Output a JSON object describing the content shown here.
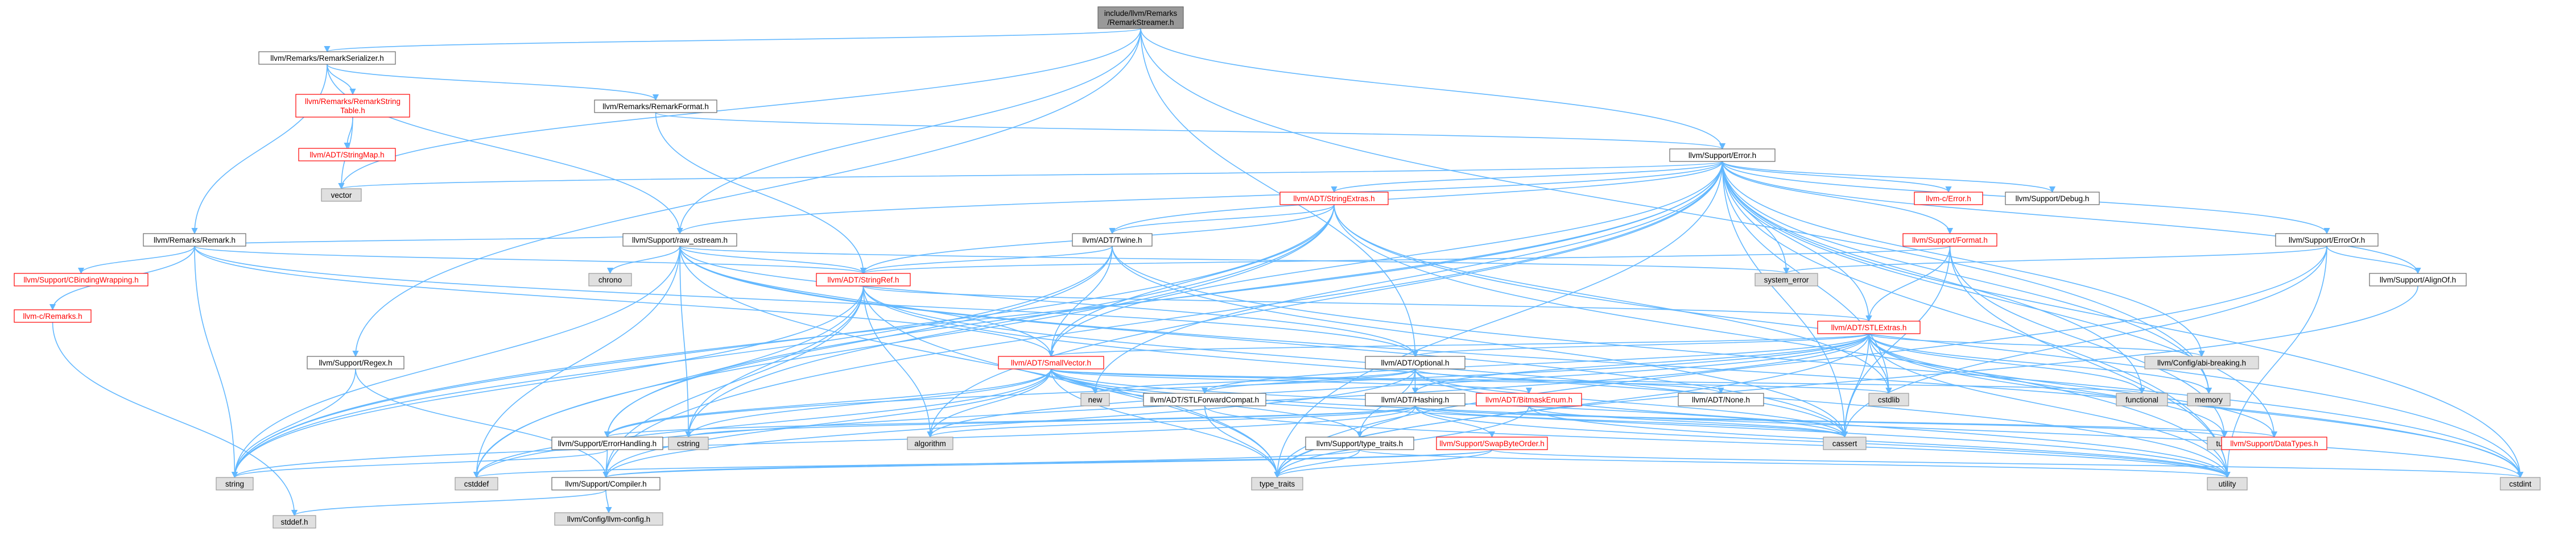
{
  "colors": {
    "edge": "#63b8ff",
    "root_fill": "#999999",
    "node_border": "#666666",
    "incomplete_border": "#ff0000",
    "system_fill": "#e0e0e0"
  },
  "nodes": [
    {
      "id": "root",
      "kind": "root",
      "lines": [
        "include/llvm/Remarks",
        "/RemarkStreamer.h"
      ]
    },
    {
      "id": "remarkserializer",
      "kind": "norm",
      "lines": [
        "llvm/Remarks/RemarkSerializer.h"
      ]
    },
    {
      "id": "remarkstringtable",
      "kind": "red",
      "lines": [
        "llvm/Remarks/RemarkString",
        "Table.h"
      ]
    },
    {
      "id": "remarkformat",
      "kind": "norm",
      "lines": [
        "llvm/Remarks/RemarkFormat.h"
      ]
    },
    {
      "id": "stringmap",
      "kind": "red",
      "lines": [
        "llvm/ADT/StringMap.h"
      ]
    },
    {
      "id": "error",
      "kind": "norm",
      "lines": [
        "llvm/Support/Error.h"
      ]
    },
    {
      "id": "vector",
      "kind": "sys",
      "lines": [
        "vector"
      ]
    },
    {
      "id": "remark",
      "kind": "norm",
      "lines": [
        "llvm/Remarks/Remark.h"
      ]
    },
    {
      "id": "cbinding",
      "kind": "red",
      "lines": [
        "llvm/Support/CBindingWrapping.h"
      ]
    },
    {
      "id": "llvmc_remarks",
      "kind": "red",
      "lines": [
        "llvm-c/Remarks.h"
      ]
    },
    {
      "id": "rawostream",
      "kind": "norm",
      "lines": [
        "llvm/Support/raw_ostream.h"
      ]
    },
    {
      "id": "stringextras",
      "kind": "red",
      "lines": [
        "llvm/ADT/StringExtras.h"
      ]
    },
    {
      "id": "llvmc_error",
      "kind": "red",
      "lines": [
        "llvm-c/Error.h"
      ]
    },
    {
      "id": "debug",
      "kind": "norm",
      "lines": [
        "llvm/Support/Debug.h"
      ]
    },
    {
      "id": "erroror",
      "kind": "norm",
      "lines": [
        "llvm/Support/ErrorOr.h"
      ]
    },
    {
      "id": "twine",
      "kind": "norm",
      "lines": [
        "llvm/ADT/Twine.h"
      ]
    },
    {
      "id": "format",
      "kind": "red",
      "lines": [
        "llvm/Support/Format.h"
      ]
    },
    {
      "id": "chrono",
      "kind": "sys",
      "lines": [
        "chrono"
      ]
    },
    {
      "id": "stringref",
      "kind": "red",
      "lines": [
        "llvm/ADT/StringRef.h"
      ]
    },
    {
      "id": "system_error",
      "kind": "sys",
      "lines": [
        "system_error"
      ]
    },
    {
      "id": "stlextras",
      "kind": "red",
      "lines": [
        "llvm/ADT/STLExtras.h"
      ]
    },
    {
      "id": "alignof",
      "kind": "norm",
      "lines": [
        "llvm/Support/AlignOf.h"
      ]
    },
    {
      "id": "regex",
      "kind": "norm",
      "lines": [
        "llvm/Support/Regex.h"
      ]
    },
    {
      "id": "smallvector",
      "kind": "red",
      "lines": [
        "llvm/ADT/SmallVector.h"
      ]
    },
    {
      "id": "optional",
      "kind": "norm",
      "lines": [
        "llvm/ADT/Optional.h"
      ]
    },
    {
      "id": "attrbreaking",
      "kind": "sys",
      "lines": [
        "llvm/Config/abi-breaking.h"
      ]
    },
    {
      "id": "cstdlib",
      "kind": "sys",
      "lines": [
        "cstdlib"
      ]
    },
    {
      "id": "functional",
      "kind": "sys",
      "lines": [
        "functional"
      ]
    },
    {
      "id": "memory",
      "kind": "sys",
      "lines": [
        "memory"
      ]
    },
    {
      "id": "new",
      "kind": "sys",
      "lines": [
        "new"
      ]
    },
    {
      "id": "stlforwardcompat",
      "kind": "norm",
      "lines": [
        "llvm/ADT/STLForwardCompat.h"
      ]
    },
    {
      "id": "hashing",
      "kind": "norm",
      "lines": [
        "llvm/ADT/Hashing.h"
      ]
    },
    {
      "id": "bitmaskenum",
      "kind": "red",
      "lines": [
        "llvm/ADT/BitmaskEnum.h"
      ]
    },
    {
      "id": "none",
      "kind": "norm",
      "lines": [
        "llvm/ADT/None.h"
      ]
    },
    {
      "id": "errorhandling",
      "kind": "norm",
      "lines": [
        "llvm/Support/ErrorHandling.h"
      ]
    },
    {
      "id": "cstring",
      "kind": "sys",
      "lines": [
        "cstring"
      ]
    },
    {
      "id": "algorithm",
      "kind": "sys",
      "lines": [
        "algorithm"
      ]
    },
    {
      "id": "typetraits_llvm",
      "kind": "norm",
      "lines": [
        "llvm/Support/type_traits.h"
      ]
    },
    {
      "id": "swapbyteorder",
      "kind": "red",
      "lines": [
        "llvm/Support/SwapByteOrder.h"
      ]
    },
    {
      "id": "cassert",
      "kind": "sys",
      "lines": [
        "cassert"
      ]
    },
    {
      "id": "tuple",
      "kind": "sys",
      "lines": [
        "tuple"
      ]
    },
    {
      "id": "datatypes",
      "kind": "red",
      "lines": [
        "llvm/Support/DataTypes.h"
      ]
    },
    {
      "id": "string",
      "kind": "sys",
      "lines": [
        "string"
      ]
    },
    {
      "id": "cstddef",
      "kind": "sys",
      "lines": [
        "cstddef"
      ]
    },
    {
      "id": "compiler",
      "kind": "norm",
      "lines": [
        "llvm/Support/Compiler.h"
      ]
    },
    {
      "id": "type_traits",
      "kind": "sys",
      "lines": [
        "type_traits"
      ]
    },
    {
      "id": "utility",
      "kind": "sys",
      "lines": [
        "utility"
      ]
    },
    {
      "id": "cstdint",
      "kind": "sys",
      "lines": [
        "cstdint"
      ]
    },
    {
      "id": "stddef",
      "kind": "sys",
      "lines": [
        "stddef.h"
      ]
    },
    {
      "id": "llvmconfig",
      "kind": "sys",
      "lines": [
        "llvm/Config/llvm-config.h"
      ]
    }
  ],
  "edges": [
    [
      "root",
      "remarkserializer"
    ],
    [
      "root",
      "error"
    ],
    [
      "root",
      "rawostream"
    ],
    [
      "root",
      "optional"
    ],
    [
      "root",
      "regex"
    ],
    [
      "root",
      "memory"
    ],
    [
      "root",
      "vector"
    ],
    [
      "remarkserializer",
      "remarkstringtable"
    ],
    [
      "remarkserializer",
      "remarkformat"
    ],
    [
      "remarkserializer",
      "remark"
    ],
    [
      "remarkserializer",
      "rawostream"
    ],
    [
      "remarkstringtable",
      "stringmap"
    ],
    [
      "remarkstringtable",
      "vector"
    ],
    [
      "remarkformat",
      "error"
    ],
    [
      "remarkformat",
      "stringref"
    ],
    [
      "remark",
      "cbinding"
    ],
    [
      "remark",
      "llvmc_remarks"
    ],
    [
      "remark",
      "smallvector"
    ],
    [
      "remark",
      "stringref"
    ],
    [
      "remark",
      "optional"
    ],
    [
      "remark",
      "rawostream"
    ],
    [
      "remark",
      "string"
    ],
    [
      "llvmc_remarks",
      "stddef"
    ],
    [
      "error",
      "llvmc_error"
    ],
    [
      "error",
      "debug"
    ],
    [
      "error",
      "erroror"
    ],
    [
      "error",
      "stringextras"
    ],
    [
      "error",
      "twine"
    ],
    [
      "error",
      "format"
    ],
    [
      "error",
      "stlextras"
    ],
    [
      "error",
      "smallvector"
    ],
    [
      "error",
      "rawostream"
    ],
    [
      "error",
      "attrbreaking"
    ],
    [
      "error",
      "alignof"
    ],
    [
      "error",
      "system_error"
    ],
    [
      "error",
      "errorhandling"
    ],
    [
      "error",
      "compiler"
    ],
    [
      "error",
      "datatypes"
    ],
    [
      "error",
      "algorithm"
    ],
    [
      "error",
      "cassert"
    ],
    [
      "error",
      "cstdint"
    ],
    [
      "error",
      "cstdlib"
    ],
    [
      "error",
      "functional"
    ],
    [
      "error",
      "memory"
    ],
    [
      "error",
      "new"
    ],
    [
      "error",
      "string"
    ],
    [
      "error",
      "type_traits"
    ],
    [
      "error",
      "utility"
    ],
    [
      "error",
      "vector"
    ],
    [
      "stringextras",
      "stringref"
    ],
    [
      "stringextras",
      "twine"
    ],
    [
      "stringextras",
      "smallvector"
    ],
    [
      "stringextras",
      "cstddef"
    ],
    [
      "stringextras",
      "cstdint"
    ],
    [
      "stringextras",
      "cstdlib"
    ],
    [
      "stringextras",
      "cstring"
    ],
    [
      "stringextras",
      "iterator_dummy"
    ],
    [
      "stringextras",
      "string"
    ],
    [
      "stringextras",
      "utility"
    ],
    [
      "erroror",
      "alignof"
    ],
    [
      "erroror",
      "cassert"
    ],
    [
      "erroror",
      "system_error"
    ],
    [
      "erroror",
      "type_traits"
    ],
    [
      "erroror",
      "utility"
    ],
    [
      "twine",
      "smallvector"
    ],
    [
      "twine",
      "stringref"
    ],
    [
      "twine",
      "errorhandling"
    ],
    [
      "twine",
      "cassert"
    ],
    [
      "twine",
      "cstdint"
    ],
    [
      "twine",
      "string"
    ],
    [
      "format",
      "stlextras"
    ],
    [
      "format",
      "stringref"
    ],
    [
      "format",
      "cassert"
    ],
    [
      "format",
      "cstdio_dummy"
    ],
    [
      "format",
      "tuple"
    ],
    [
      "format",
      "utility"
    ],
    [
      "rawostream",
      "stringref"
    ],
    [
      "rawostream",
      "chrono"
    ],
    [
      "rawostream",
      "cassert"
    ],
    [
      "rawostream",
      "cstddef"
    ],
    [
      "rawostream",
      "cstdint"
    ],
    [
      "rawostream",
      "cstring"
    ],
    [
      "rawostream",
      "optional"
    ],
    [
      "rawostream",
      "string"
    ],
    [
      "rawostream",
      "system_error"
    ],
    [
      "rawostream",
      "type_traits"
    ],
    [
      "rawostream",
      "smallvector"
    ],
    [
      "stringref",
      "stlextras"
    ],
    [
      "stringref",
      "compiler"
    ],
    [
      "stringref",
      "algorithm"
    ],
    [
      "stringref",
      "cassert"
    ],
    [
      "stringref",
      "cstddef"
    ],
    [
      "stringref",
      "cstring"
    ],
    [
      "stringref",
      "string"
    ],
    [
      "stringref",
      "type_traits"
    ],
    [
      "stringref",
      "utility"
    ],
    [
      "stlextras",
      "optional"
    ],
    [
      "stlextras",
      "smallvector"
    ],
    [
      "stlextras",
      "stlforwardcompat"
    ],
    [
      "stlextras",
      "attrbreaking"
    ],
    [
      "stlextras",
      "errorhandling"
    ],
    [
      "stlextras",
      "algorithm"
    ],
    [
      "stlextras",
      "cassert"
    ],
    [
      "stlextras",
      "cstddef"
    ],
    [
      "stlextras",
      "cstdint"
    ],
    [
      "stlextras",
      "cstdlib"
    ],
    [
      "stlextras",
      "functional"
    ],
    [
      "stlextras",
      "memory"
    ],
    [
      "stlextras",
      "tuple"
    ],
    [
      "stlextras",
      "type_traits"
    ],
    [
      "stlextras",
      "utility"
    ],
    [
      "stlextras",
      "datatypes"
    ],
    [
      "alignof",
      "type_traits"
    ],
    [
      "regex",
      "string"
    ],
    [
      "regex",
      "compiler"
    ],
    [
      "smallvector",
      "compiler"
    ],
    [
      "smallvector",
      "algorithm"
    ],
    [
      "smallvector",
      "cassert"
    ],
    [
      "smallvector",
      "cstddef"
    ],
    [
      "smallvector",
      "cstdlib"
    ],
    [
      "smallvector",
      "cstring"
    ],
    [
      "smallvector",
      "functional"
    ],
    [
      "smallvector",
      "new"
    ],
    [
      "smallvector",
      "type_traits"
    ],
    [
      "smallvector",
      "utility"
    ],
    [
      "smallvector",
      "errorhandling"
    ],
    [
      "smallvector",
      "typetraits_llvm"
    ],
    [
      "smallvector",
      "cstdint"
    ],
    [
      "optional",
      "hashing"
    ],
    [
      "optional",
      "none"
    ],
    [
      "optional",
      "stlforwardcompat"
    ],
    [
      "optional",
      "compiler"
    ],
    [
      "optional",
      "typetraits_llvm"
    ],
    [
      "optional",
      "cassert"
    ],
    [
      "optional",
      "new"
    ],
    [
      "optional",
      "utility"
    ],
    [
      "stlforwardcompat",
      "type_traits"
    ],
    [
      "stlforwardcompat",
      "utility"
    ],
    [
      "hashing",
      "errorhandling"
    ],
    [
      "hashing",
      "swapbyteorder"
    ],
    [
      "hashing",
      "typetraits_llvm"
    ],
    [
      "hashing",
      "algorithm"
    ],
    [
      "hashing",
      "cassert"
    ],
    [
      "hashing",
      "cstring"
    ],
    [
      "hashing",
      "string"
    ],
    [
      "hashing",
      "tuple"
    ],
    [
      "hashing",
      "utility"
    ],
    [
      "hashing",
      "datatypes"
    ],
    [
      "bitmaskenum",
      "cassert"
    ],
    [
      "bitmaskenum",
      "type_traits"
    ],
    [
      "bitmaskenum",
      "utility"
    ],
    [
      "errorhandling",
      "compiler"
    ],
    [
      "errorhandling",
      "string"
    ],
    [
      "typetraits_llvm",
      "compiler"
    ],
    [
      "typetraits_llvm",
      "type_traits"
    ],
    [
      "typetraits_llvm",
      "utility"
    ],
    [
      "swapbyteorder",
      "compiler"
    ],
    [
      "swapbyteorder",
      "cstddef"
    ],
    [
      "swapbyteorder",
      "cstdint"
    ],
    [
      "swapbyteorder",
      "type_traits"
    ],
    [
      "compiler",
      "stddef"
    ],
    [
      "compiler",
      "llvmconfig"
    ],
    [
      "smallvector",
      "bitmaskenum"
    ],
    [
      "stlextras",
      "hashing"
    ]
  ]
}
